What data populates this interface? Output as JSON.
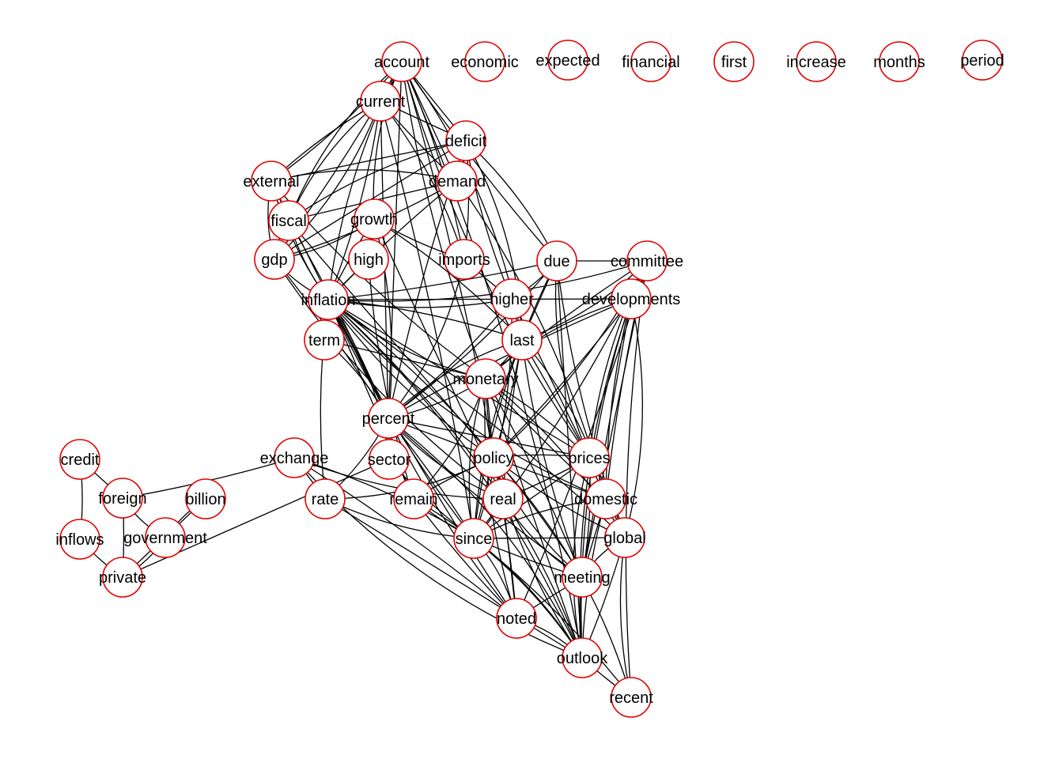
{
  "graph": {
    "node_fill": "#ffffff",
    "node_stroke": "#e00000",
    "edge_color": "#000000",
    "nodes": [
      {
        "id": "account",
        "label": "account"
      },
      {
        "id": "economic",
        "label": "economic"
      },
      {
        "id": "expected",
        "label": "expected"
      },
      {
        "id": "financial",
        "label": "financial"
      },
      {
        "id": "first",
        "label": "first"
      },
      {
        "id": "increase",
        "label": "increase"
      },
      {
        "id": "months",
        "label": "months"
      },
      {
        "id": "period",
        "label": "period"
      },
      {
        "id": "current",
        "label": "current"
      },
      {
        "id": "deficit",
        "label": "deficit"
      },
      {
        "id": "external",
        "label": "external"
      },
      {
        "id": "demand",
        "label": "demand"
      },
      {
        "id": "fiscal",
        "label": "fiscal"
      },
      {
        "id": "growth",
        "label": "growth"
      },
      {
        "id": "gdp",
        "label": "gdp"
      },
      {
        "id": "high",
        "label": "high"
      },
      {
        "id": "imports",
        "label": "imports"
      },
      {
        "id": "due",
        "label": "due"
      },
      {
        "id": "committee",
        "label": "committee"
      },
      {
        "id": "inflation",
        "label": "inflation"
      },
      {
        "id": "higher",
        "label": "higher"
      },
      {
        "id": "developments",
        "label": "developments"
      },
      {
        "id": "term",
        "label": "term"
      },
      {
        "id": "last",
        "label": "last"
      },
      {
        "id": "monetary",
        "label": "monetary"
      },
      {
        "id": "percent",
        "label": "percent"
      },
      {
        "id": "credit",
        "label": "credit"
      },
      {
        "id": "exchange",
        "label": "exchange"
      },
      {
        "id": "sector",
        "label": "sector"
      },
      {
        "id": "policy",
        "label": "policy"
      },
      {
        "id": "prices",
        "label": "prices"
      },
      {
        "id": "foreign",
        "label": "foreign"
      },
      {
        "id": "billion",
        "label": "billion"
      },
      {
        "id": "rate",
        "label": "rate"
      },
      {
        "id": "remain",
        "label": "remain"
      },
      {
        "id": "real",
        "label": "real"
      },
      {
        "id": "domestic",
        "label": "domestic"
      },
      {
        "id": "inflows",
        "label": "inflows"
      },
      {
        "id": "government",
        "label": "government"
      },
      {
        "id": "since",
        "label": "since"
      },
      {
        "id": "global",
        "label": "global"
      },
      {
        "id": "private",
        "label": "private"
      },
      {
        "id": "meeting",
        "label": "meeting"
      },
      {
        "id": "noted",
        "label": "noted"
      },
      {
        "id": "outlook",
        "label": "outlook"
      },
      {
        "id": "recent",
        "label": "recent"
      }
    ],
    "edges": [
      [
        "credit",
        "foreign"
      ],
      [
        "credit",
        "inflows"
      ],
      [
        "foreign",
        "government"
      ],
      [
        "foreign",
        "private"
      ],
      [
        "billion",
        "government"
      ],
      [
        "billion",
        "private"
      ],
      [
        "inflows",
        "private"
      ],
      [
        "government",
        "private"
      ],
      [
        "foreign",
        "exchange"
      ],
      [
        "account",
        "current"
      ],
      [
        "account",
        "deficit"
      ],
      [
        "account",
        "external"
      ],
      [
        "account",
        "fiscal"
      ],
      [
        "account",
        "gdp"
      ],
      [
        "account",
        "inflation"
      ],
      [
        "account",
        "percent"
      ],
      [
        "account",
        "monetary"
      ],
      [
        "account",
        "last"
      ],
      [
        "account",
        "due"
      ],
      [
        "account",
        "outlook"
      ],
      [
        "account",
        "demand"
      ],
      [
        "account",
        "imports"
      ],
      [
        "account",
        "growth"
      ],
      [
        "account",
        "policy"
      ],
      [
        "account",
        "prices"
      ],
      [
        "current",
        "deficit"
      ],
      [
        "current",
        "external"
      ],
      [
        "current",
        "gdp"
      ],
      [
        "current",
        "demand"
      ],
      [
        "current",
        "imports"
      ],
      [
        "current",
        "percent"
      ],
      [
        "current",
        "inflation"
      ],
      [
        "current",
        "fiscal"
      ],
      [
        "current",
        "since"
      ],
      [
        "deficit",
        "fiscal"
      ],
      [
        "deficit",
        "gdp"
      ],
      [
        "deficit",
        "higher"
      ],
      [
        "deficit",
        "last"
      ],
      [
        "deficit",
        "percent"
      ],
      [
        "deficit",
        "due"
      ],
      [
        "deficit",
        "external"
      ],
      [
        "deficit",
        "imports"
      ],
      [
        "external",
        "gdp"
      ],
      [
        "external",
        "fiscal"
      ],
      [
        "external",
        "inflation"
      ],
      [
        "external",
        "percent"
      ],
      [
        "external",
        "monetary"
      ],
      [
        "external",
        "demand"
      ],
      [
        "demand",
        "inflation"
      ],
      [
        "demand",
        "domestic"
      ],
      [
        "demand",
        "fiscal"
      ],
      [
        "demand",
        "gdp"
      ],
      [
        "fiscal",
        "gdp"
      ],
      [
        "fiscal",
        "percent"
      ],
      [
        "fiscal",
        "inflation"
      ],
      [
        "fiscal",
        "policy"
      ],
      [
        "growth",
        "imports"
      ],
      [
        "growth",
        "gdp"
      ],
      [
        "growth",
        "inflation"
      ],
      [
        "growth",
        "percent"
      ],
      [
        "growth",
        "real"
      ],
      [
        "growth",
        "last"
      ],
      [
        "gdp",
        "inflation"
      ],
      [
        "gdp",
        "percent"
      ],
      [
        "gdp",
        "real"
      ],
      [
        "high",
        "inflation"
      ],
      [
        "high",
        "remain"
      ],
      [
        "imports",
        "percent"
      ],
      [
        "imports",
        "higher"
      ],
      [
        "due",
        "higher"
      ],
      [
        "due",
        "last"
      ],
      [
        "due",
        "percent"
      ],
      [
        "due",
        "prices"
      ],
      [
        "due",
        "inflation"
      ],
      [
        "due",
        "since"
      ],
      [
        "due",
        "outlook"
      ],
      [
        "due",
        "global"
      ],
      [
        "committee",
        "developments"
      ],
      [
        "committee",
        "monetary"
      ],
      [
        "committee",
        "policy"
      ],
      [
        "committee",
        "meeting"
      ],
      [
        "committee",
        "since"
      ],
      [
        "committee",
        "outlook"
      ],
      [
        "committee",
        "noted"
      ],
      [
        "committee",
        "prices"
      ],
      [
        "committee",
        "due"
      ],
      [
        "committee",
        "recent"
      ],
      [
        "committee",
        "last"
      ],
      [
        "committee",
        "domestic"
      ],
      [
        "committee",
        "inflation"
      ],
      [
        "inflation",
        "term"
      ],
      [
        "inflation",
        "last"
      ],
      [
        "inflation",
        "monetary"
      ],
      [
        "inflation",
        "percent"
      ],
      [
        "inflation",
        "policy"
      ],
      [
        "inflation",
        "prices"
      ],
      [
        "inflation",
        "since"
      ],
      [
        "inflation",
        "outlook"
      ],
      [
        "inflation",
        "noted"
      ],
      [
        "inflation",
        "meeting"
      ],
      [
        "inflation",
        "remain"
      ],
      [
        "inflation",
        "real"
      ],
      [
        "inflation",
        "domestic"
      ],
      [
        "inflation",
        "global"
      ],
      [
        "inflation",
        "higher"
      ],
      [
        "inflation",
        "developments"
      ],
      [
        "inflation",
        "rate"
      ],
      [
        "inflation",
        "sector"
      ],
      [
        "higher",
        "last"
      ],
      [
        "higher",
        "since"
      ],
      [
        "higher",
        "prices"
      ],
      [
        "higher",
        "percent"
      ],
      [
        "developments",
        "monetary"
      ],
      [
        "developments",
        "policy"
      ],
      [
        "developments",
        "outlook"
      ],
      [
        "developments",
        "meeting"
      ],
      [
        "developments",
        "domestic"
      ],
      [
        "developments",
        "global"
      ],
      [
        "developments",
        "percent"
      ],
      [
        "term",
        "percent"
      ],
      [
        "term",
        "monetary"
      ],
      [
        "last",
        "monetary"
      ],
      [
        "last",
        "percent"
      ],
      [
        "last",
        "policy"
      ],
      [
        "last",
        "since"
      ],
      [
        "last",
        "prices"
      ],
      [
        "last",
        "meeting"
      ],
      [
        "last",
        "domestic"
      ],
      [
        "last",
        "real"
      ],
      [
        "monetary",
        "percent"
      ],
      [
        "monetary",
        "policy"
      ],
      [
        "monetary",
        "prices"
      ],
      [
        "monetary",
        "since"
      ],
      [
        "monetary",
        "meeting"
      ],
      [
        "monetary",
        "noted"
      ],
      [
        "monetary",
        "outlook"
      ],
      [
        "monetary",
        "real"
      ],
      [
        "monetary",
        "remain"
      ],
      [
        "monetary",
        "domestic"
      ],
      [
        "monetary",
        "global"
      ],
      [
        "percent",
        "policy"
      ],
      [
        "percent",
        "sector"
      ],
      [
        "percent",
        "real"
      ],
      [
        "percent",
        "since"
      ],
      [
        "percent",
        "remain"
      ],
      [
        "percent",
        "prices"
      ],
      [
        "percent",
        "noted"
      ],
      [
        "percent",
        "outlook"
      ],
      [
        "percent",
        "meeting"
      ],
      [
        "percent",
        "rate"
      ],
      [
        "exchange",
        "rate"
      ],
      [
        "exchange",
        "since"
      ],
      [
        "exchange",
        "outlook"
      ],
      [
        "exchange",
        "noted"
      ],
      [
        "exchange",
        "real"
      ],
      [
        "sector",
        "private"
      ],
      [
        "sector",
        "since"
      ],
      [
        "policy",
        "rate"
      ],
      [
        "policy",
        "remain"
      ],
      [
        "policy",
        "real"
      ],
      [
        "policy",
        "since"
      ],
      [
        "policy",
        "prices"
      ],
      [
        "policy",
        "meeting"
      ],
      [
        "policy",
        "noted"
      ],
      [
        "policy",
        "outlook"
      ],
      [
        "policy",
        "domestic"
      ],
      [
        "policy",
        "global"
      ],
      [
        "policy",
        "recent"
      ],
      [
        "prices",
        "domestic"
      ],
      [
        "prices",
        "global"
      ],
      [
        "prices",
        "since"
      ],
      [
        "prices",
        "meeting"
      ],
      [
        "prices",
        "outlook"
      ],
      [
        "prices",
        "real"
      ],
      [
        "rate",
        "since"
      ],
      [
        "rate",
        "outlook"
      ],
      [
        "remain",
        "since"
      ],
      [
        "remain",
        "outlook"
      ],
      [
        "remain",
        "noted"
      ],
      [
        "real",
        "since"
      ],
      [
        "real",
        "noted"
      ],
      [
        "real",
        "outlook"
      ],
      [
        "real",
        "meeting"
      ],
      [
        "domestic",
        "global"
      ],
      [
        "domestic",
        "since"
      ],
      [
        "domestic",
        "meeting"
      ],
      [
        "domestic",
        "outlook"
      ],
      [
        "since",
        "noted"
      ],
      [
        "since",
        "meeting"
      ],
      [
        "since",
        "outlook"
      ],
      [
        "since",
        "global"
      ],
      [
        "since",
        "recent"
      ],
      [
        "global",
        "meeting"
      ],
      [
        "global",
        "outlook"
      ],
      [
        "global",
        "recent"
      ],
      [
        "meeting",
        "noted"
      ],
      [
        "meeting",
        "outlook"
      ],
      [
        "noted",
        "outlook"
      ],
      [
        "outlook",
        "recent"
      ]
    ]
  }
}
